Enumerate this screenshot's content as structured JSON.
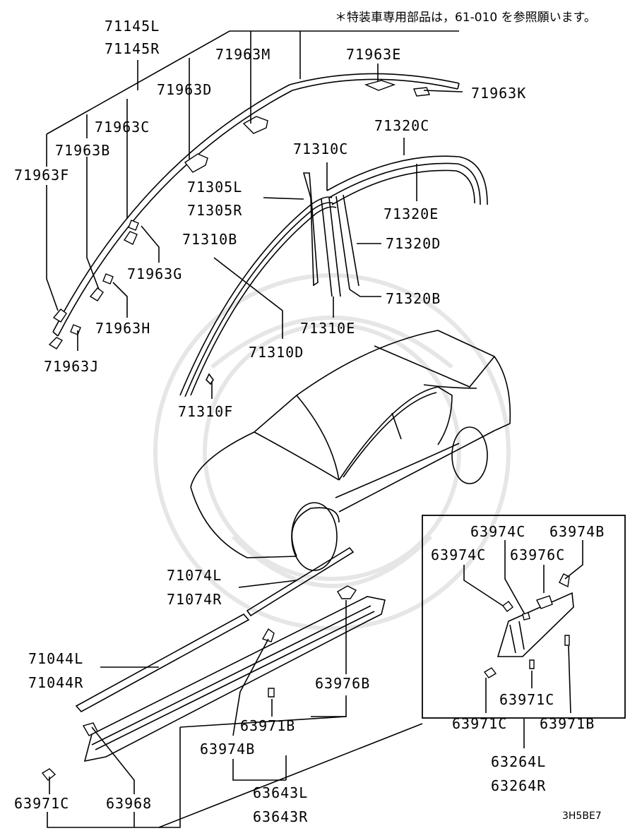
{
  "note": "＊特装車専用部品は，61-010 を参照願います。",
  "diagram_code": "3H5BE7",
  "labels": {
    "p71145L": "71145L",
    "p71145R": "71145R",
    "p71963M": "71963M",
    "p71963E": "71963E",
    "p71963K": "71963K",
    "p71963D": "71963D",
    "p71963C": "71963C",
    "p71963B": "71963B",
    "p71963F": "71963F",
    "p71963G": "71963G",
    "p71963H": "71963H",
    "p71963J": "71963J",
    "p71320C": "71320C",
    "p71310C": "71310C",
    "p71305L": "71305L",
    "p71305R": "71305R",
    "p71320E": "71320E",
    "p71310B": "71310B",
    "p71320D": "71320D",
    "p71320B": "71320B",
    "p71310E": "71310E",
    "p71310D": "71310D",
    "p71310F": "71310F",
    "p71074L": "71074L",
    "p71074R": "71074R",
    "p71044L": "71044L",
    "p71044R": "71044R",
    "p63976B": "63976B",
    "p63971B_a": "63971B",
    "p63974B_a": "63974B",
    "p63968": "63968",
    "p63971C_a": "63971C",
    "p63643L": "63643L",
    "p63643R": "63643R",
    "p63974C_a": "63974C",
    "p63974B_b": "63974B",
    "p63974C_b": "63974C",
    "p63976C": "63976C",
    "p63971C_b": "63971C",
    "p63971C_c": "63971C",
    "p63971B_b": "63971B",
    "p63264L": "63264L",
    "p63264R": "63264R"
  }
}
